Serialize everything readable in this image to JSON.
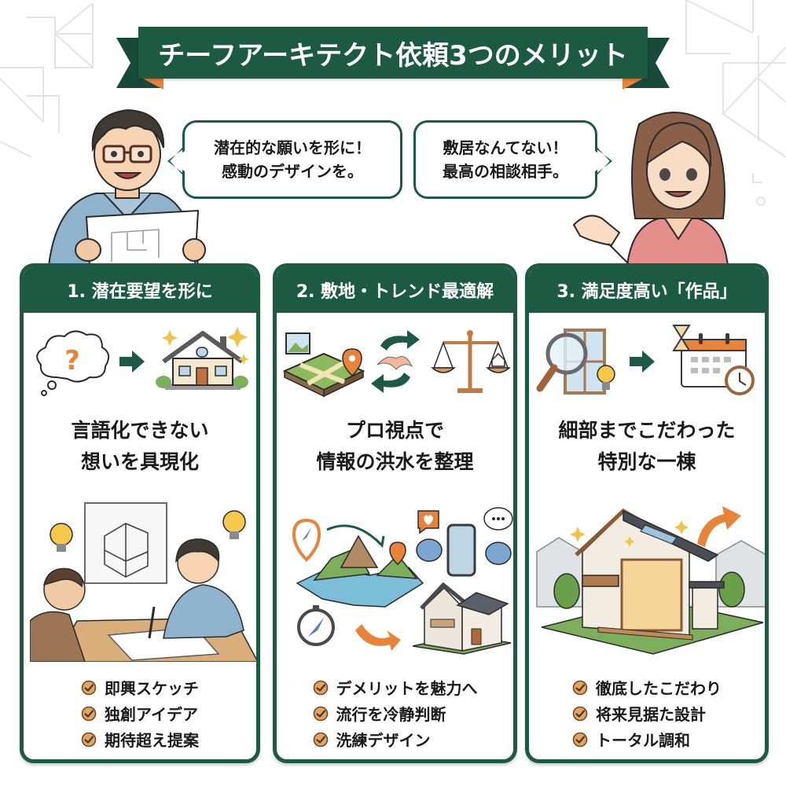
{
  "title": "チーフアーキテクト依頼3つのメリット",
  "speech_bubbles": {
    "architect": [
      "潜在的な願いを形に！",
      "感動のデザインを。"
    ],
    "client": [
      "敷居なんてない！",
      "最高の相談相手。"
    ]
  },
  "colors": {
    "primary_green": "#1d5a44",
    "accent_orange": "#e8833a",
    "check_fill": "#e8a35a"
  },
  "cards": [
    {
      "header": "1. 潜在要望を形に",
      "icons": [
        "thought-cloud-question-icon",
        "arrow-right-icon",
        "sparkling-house-icon"
      ],
      "headline": [
        "言語化できない",
        "想いを具現化"
      ],
      "illustration": "architect-sketching-with-client",
      "checks": [
        "即興スケッチ",
        "独創アイデア",
        "期待超え提案"
      ]
    },
    {
      "header": "2. 敷地・トレンド最適解",
      "icons": [
        "site-map-pin-icon",
        "exchange-arrows-icon",
        "balance-scale-house-icon"
      ],
      "headline": [
        "プロ視点で",
        "情報の洪水を整理"
      ],
      "illustration": "terrain-map-social-media-modern-house",
      "checks": [
        "デメリットを魅力へ",
        "流行を冷静判断",
        "洗練デザイン"
      ]
    },
    {
      "header": "3. 満足度高い「作品」",
      "icons": [
        "magnifier-window-bulb-icon",
        "arrow-right-icon",
        "hourglass-calendar-clock-icon"
      ],
      "headline": [
        "細部までこだわった",
        "特別な一棟"
      ],
      "illustration": "custom-wooden-house",
      "checks": [
        "徹底したこだわり",
        "将来見据た設計",
        "トータル調和"
      ]
    }
  ]
}
